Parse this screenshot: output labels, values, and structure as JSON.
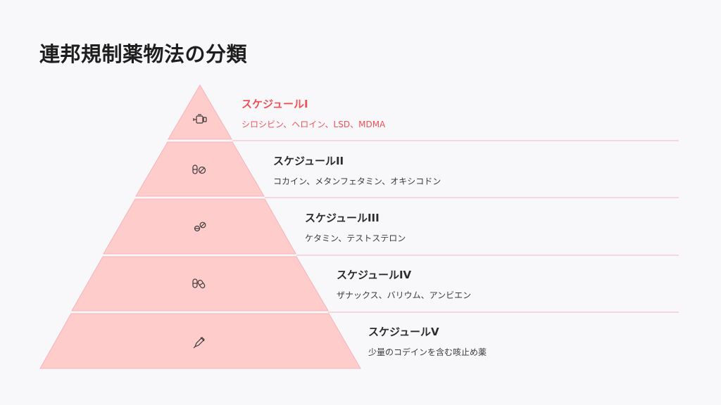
{
  "title": "連邦規制薬物法の分類",
  "accent_color": "#ef5055",
  "fill_color": "#ffcccc",
  "levels": [
    {
      "title": "スケジュールI",
      "desc": "シロシビン、ヘロイン、LSD、MDMA",
      "icon": "syringe-icon",
      "highlighted": true
    },
    {
      "title": "スケジュールII",
      "desc": "コカイン、メタンフェタミン、オキシコドン",
      "icon": "pills-icon",
      "highlighted": false
    },
    {
      "title": "スケジュールIII",
      "desc": "ケタミン、テストステロン",
      "icon": "tablets-icon",
      "highlighted": false
    },
    {
      "title": "スケジュールIV",
      "desc": "ザナックス、バリウム、アンビエン",
      "icon": "capsules-icon",
      "highlighted": false
    },
    {
      "title": "スケジュールV",
      "desc": "少量のコデインを含む咳止め薬",
      "icon": "dropper-icon",
      "highlighted": false
    }
  ]
}
